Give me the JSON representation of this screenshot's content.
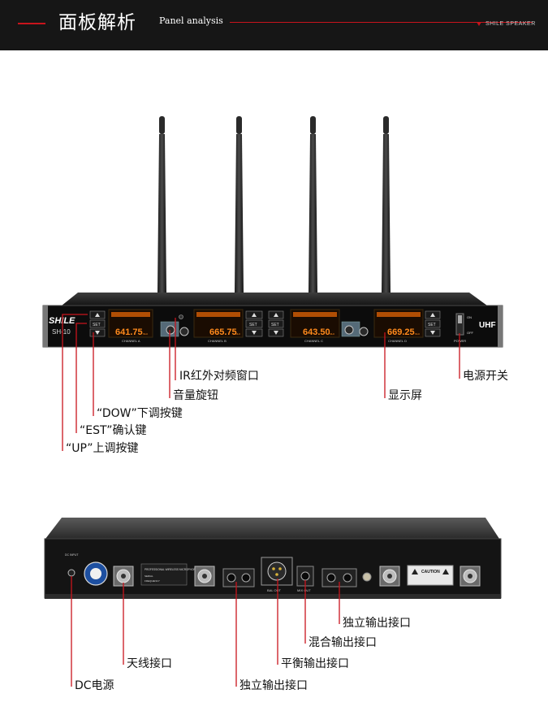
{
  "header": {
    "title": "面板解析",
    "subtitle": "Panel analysis",
    "brand": "SHILE SPEAKER",
    "accent_color": "#c8141c"
  },
  "front_panel": {
    "logo": "SHILE",
    "model": "SH-10",
    "band": "UHF",
    "power_on": "ON",
    "power_off": "OFF",
    "power_label": "POWER",
    "set_label": "SET",
    "channels": [
      {
        "label": "CHANNEL A",
        "freq": "641.75",
        "unit": "MHz"
      },
      {
        "label": "CHANNEL B",
        "freq": "665.75",
        "unit": "MHz"
      },
      {
        "label": "CHANNEL C",
        "freq": "643.50",
        "unit": "MHz"
      },
      {
        "label": "CHANNEL D",
        "freq": "669.25",
        "unit": "MHz"
      }
    ],
    "callouts": {
      "ir_window": "IR红外对频窗口",
      "volume_knob": "音量旋钮",
      "down_key": "“DOW”下调按键",
      "set_key": "“EST”确认键",
      "up_key": "“UP”上调按键",
      "display": "显示屏",
      "power_switch": "电源开关"
    }
  },
  "rear_panel": {
    "dc_text": "DC INPUT",
    "plate_title": "PROFESSIONAL WIRELESS MICROPHONE",
    "plate_serial": "SERIAL",
    "plate_freq": "FREQUENCY",
    "bal_out": "BAL OUT",
    "mix_out": "MIX OUT",
    "caution": "CAUTION",
    "callouts": {
      "dc_power": "DC电源",
      "antenna": "天线接口",
      "indep_out_1": "独立输出接口",
      "balanced_out": "平衡输出接口",
      "mixed_out": "混合输出接口",
      "indep_out_2": "独立输出接口"
    }
  }
}
